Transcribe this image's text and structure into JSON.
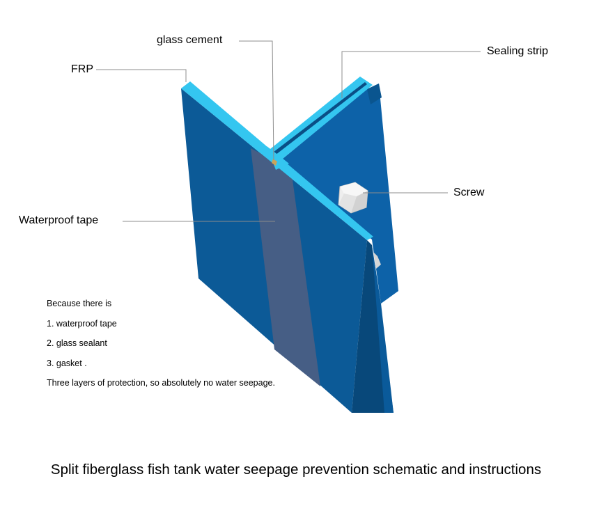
{
  "labels": {
    "frp": "FRP",
    "glass_cement": "glass cement",
    "sealing_strip": "Sealing strip",
    "screw": "Screw",
    "waterproof_tape": "Waterproof tape"
  },
  "notes": {
    "intro": "Because there is",
    "item1": "1. waterproof tape",
    "item2": "2. glass sealant",
    "item3": "3. gasket .",
    "conclusion": "Three layers of protection, so absolutely no water seepage."
  },
  "caption": "Split fiberglass fish tank water seepage prevention schematic and instructions",
  "colors": {
    "panel_front": "#0C5A97",
    "panel_right": "#0D62A8",
    "panel_dark": "#08487A",
    "edge_cyan": "#34C6F0",
    "tape": "#465E85",
    "screw": "#E8E8E8",
    "leader": "#8C8C8C"
  }
}
